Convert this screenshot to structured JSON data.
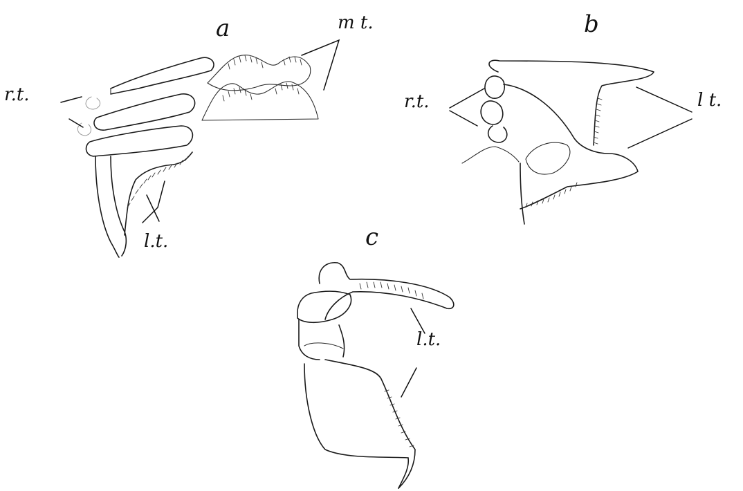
{
  "figure": {
    "panels": {
      "a": {
        "letter": "a",
        "labels": {
          "rt": "r.t.",
          "mt": "m t.",
          "lt": "l.t."
        }
      },
      "b": {
        "letter": "b",
        "labels": {
          "rt": "r.t.",
          "lt": "l t."
        }
      },
      "c": {
        "letter": "c",
        "labels": {
          "lt": "l.t."
        }
      }
    },
    "colors": {
      "ink": "#1a1a1a",
      "paper": "#ffffff"
    }
  }
}
